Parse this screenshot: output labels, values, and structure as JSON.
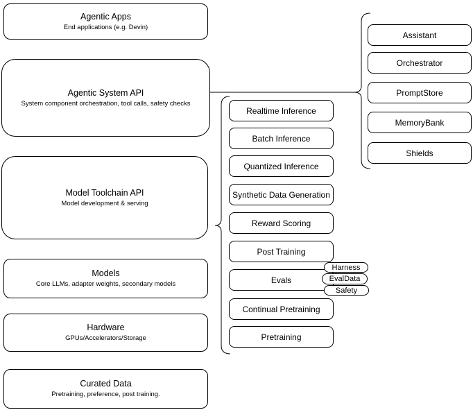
{
  "diagram": {
    "colors": {
      "background": "#ffffff",
      "stroke": "#000000",
      "text": "#000000"
    },
    "left_stack": [
      {
        "title": "Agentic Apps",
        "subtitle": "End applications (e.g. Devin)"
      },
      {
        "title": "Agentic System API",
        "subtitle": "System component orchestration, tool calls, safety checks"
      },
      {
        "title": "Model Toolchain API",
        "subtitle": "Model development & serving"
      },
      {
        "title": "Models",
        "subtitle": "Core LLMs, adapter weights, secondary models"
      },
      {
        "title": "Hardware",
        "subtitle": "GPUs/Accelerators/Storage"
      },
      {
        "title": "Curated Data",
        "subtitle": "Pretraining, preference, post training."
      }
    ],
    "toolchain_items": [
      "Realtime Inference",
      "Batch Inference",
      "Quantized Inference",
      "Synthetic Data Generation",
      "Reward Scoring",
      "Post Training",
      "Evals",
      "Continual Pretraining",
      "Pretraining"
    ],
    "evals_tags": [
      "Harness",
      "EvalData",
      "Safety"
    ],
    "system_components": [
      "Assistant",
      "Orchestrator",
      "PromptStore",
      "MemoryBank",
      "Shields"
    ]
  }
}
